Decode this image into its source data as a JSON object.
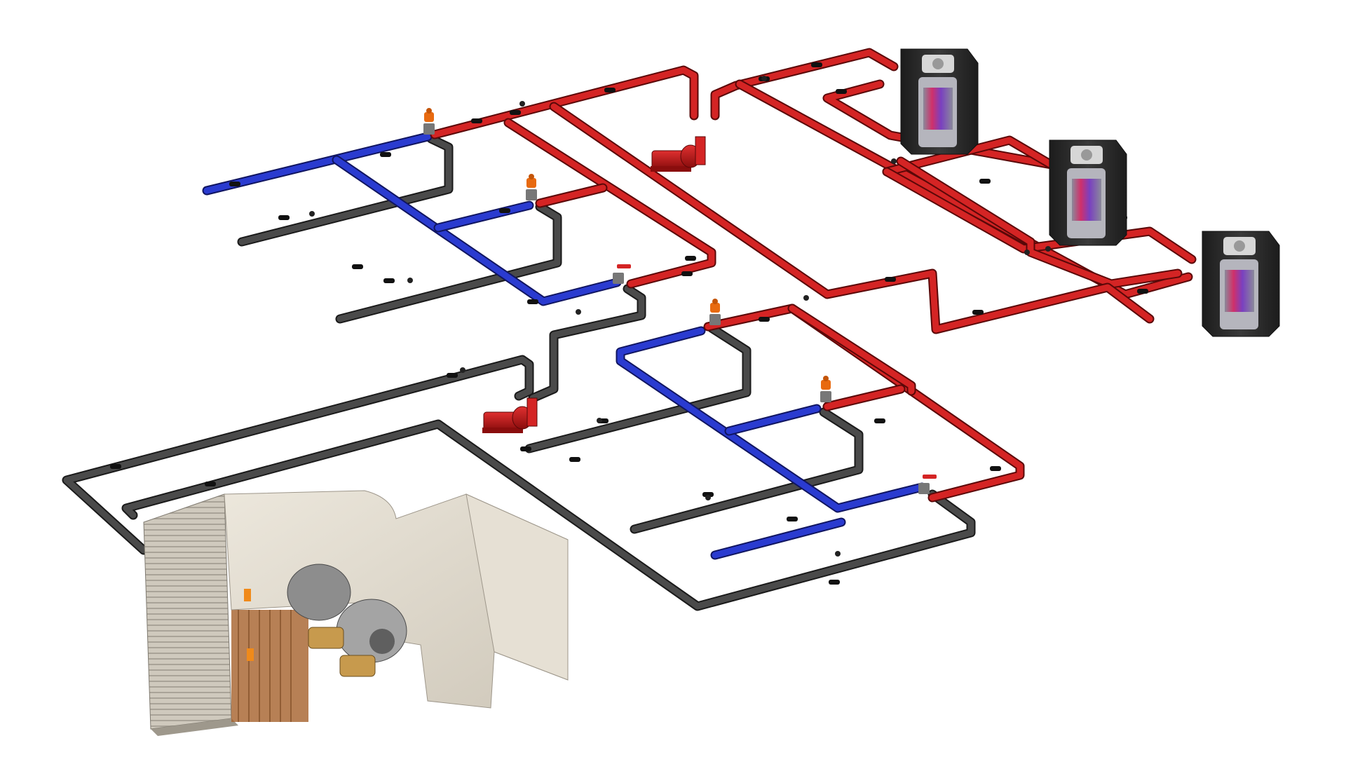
{
  "diagram": {
    "colors": {
      "supply": "#d42424",
      "return": "#2233c0",
      "bypass": "#4a4a4a",
      "outline": "#1a1a1a",
      "boiler_body": "#2b2b2b",
      "boiler_flame": "#c8305a",
      "pump": "#b01515",
      "ahu_casing": "#d9d3c7",
      "actuator": "#e86a10"
    },
    "components": {
      "boilers": [
        "boiler",
        "boiler",
        "boiler"
      ],
      "pumps": [
        "circulation-pump",
        "circulation-pump"
      ],
      "air_handling_unit": "air-handling-unit",
      "valves": [
        "motorized-valve",
        "motorized-valve",
        "motorized-valve",
        "motorized-valve",
        "manual-ball-valve",
        "manual-ball-valve"
      ]
    },
    "flow_arrow_icon": "flow-direction-arrow-icon",
    "air_vent_icon": "air-vent-icon"
  }
}
